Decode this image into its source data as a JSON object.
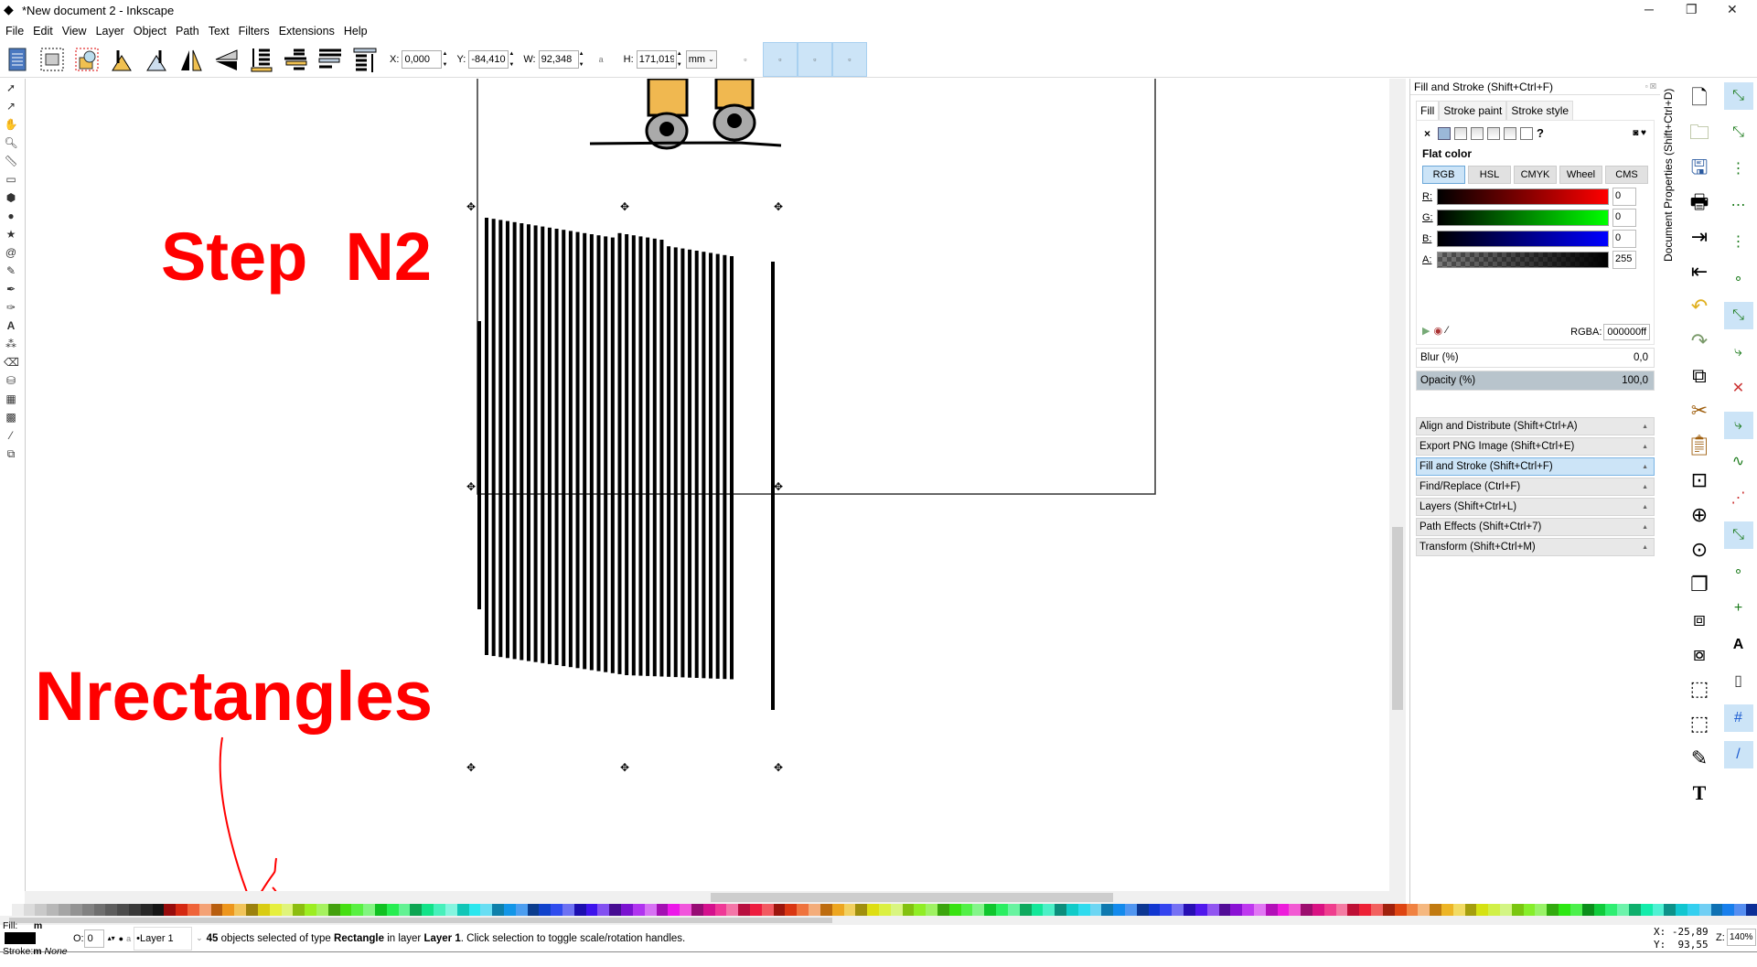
{
  "window": {
    "title": "*New document 2 - Inkscape",
    "minimize": "─",
    "restore": "❐",
    "close": "✕"
  },
  "menu": [
    "File",
    "Edit",
    "View",
    "Layer",
    "Object",
    "Path",
    "Text",
    "Filters",
    "Extensions",
    "Help"
  ],
  "toolbar": {
    "x_label": "X:",
    "x_value": "0,000",
    "y_label": "Y:",
    "y_value": "-84,410",
    "w_label": "W:",
    "w_value": "92,348",
    "lock": "a",
    "h_label": "H:",
    "h_value": "171,019",
    "unit": "mm"
  },
  "canvas": {
    "annotation_step": "Step  N2",
    "annotation_rects": "Nrectangles",
    "annotation_color": "#ff0000"
  },
  "fill_stroke": {
    "title": "Fill and Stroke (Shift+Ctrl+F)",
    "tabs": [
      "Fill",
      "Stroke paint",
      "Stroke style"
    ],
    "unknown_paint": "?",
    "flat_color": "Flat color",
    "color_modes": [
      "RGB",
      "HSL",
      "CMYK",
      "Wheel",
      "CMS"
    ],
    "channels": [
      {
        "label": "R:",
        "value": "0"
      },
      {
        "label": "G:",
        "value": "0"
      },
      {
        "label": "B:",
        "value": "0"
      },
      {
        "label": "A:",
        "value": "255"
      }
    ],
    "rgba_label": "RGBA:",
    "rgba_value": "000000ff",
    "blur_label": "Blur (%)",
    "blur_value": "0,0",
    "opacity_label": "Opacity (%)",
    "opacity_value": "100,0"
  },
  "dock_items": [
    {
      "label": "Align and Distribute (Shift+Ctrl+A)",
      "active": false
    },
    {
      "label": "Export PNG Image (Shift+Ctrl+E)",
      "active": false
    },
    {
      "label": "Fill and Stroke (Shift+Ctrl+F)",
      "active": true
    },
    {
      "label": "Find/Replace (Ctrl+F)",
      "active": false
    },
    {
      "label": "Layers (Shift+Ctrl+L)",
      "active": false
    },
    {
      "label": "Path Effects  (Shift+Ctrl+7)",
      "active": false
    },
    {
      "label": "Transform (Shift+Ctrl+M)",
      "active": false
    }
  ],
  "side_tab": "Document Properties (Shift+Ctrl+D)",
  "statusbar": {
    "fill_label": "Fill:",
    "fill_m": "m",
    "fill_color": "#000000",
    "stroke_label": "Stroke:",
    "stroke_m": "m",
    "stroke_value": "None",
    "opacity_label": "O:",
    "opacity_value": "0",
    "layer": "•Layer 1",
    "msg_count": "45",
    "msg_1": " objects selected of type ",
    "msg_type": "Rectangle",
    "msg_2": " in layer ",
    "msg_layer": "Layer 1",
    "msg_3": ". Click selection to toggle scale/rotation handles.",
    "x_label": "X:",
    "x_value": "-25,89",
    "y_label": "Y:",
    "y_value": "93,55",
    "zoom_label": "Z:",
    "zoom_value": "140%"
  }
}
